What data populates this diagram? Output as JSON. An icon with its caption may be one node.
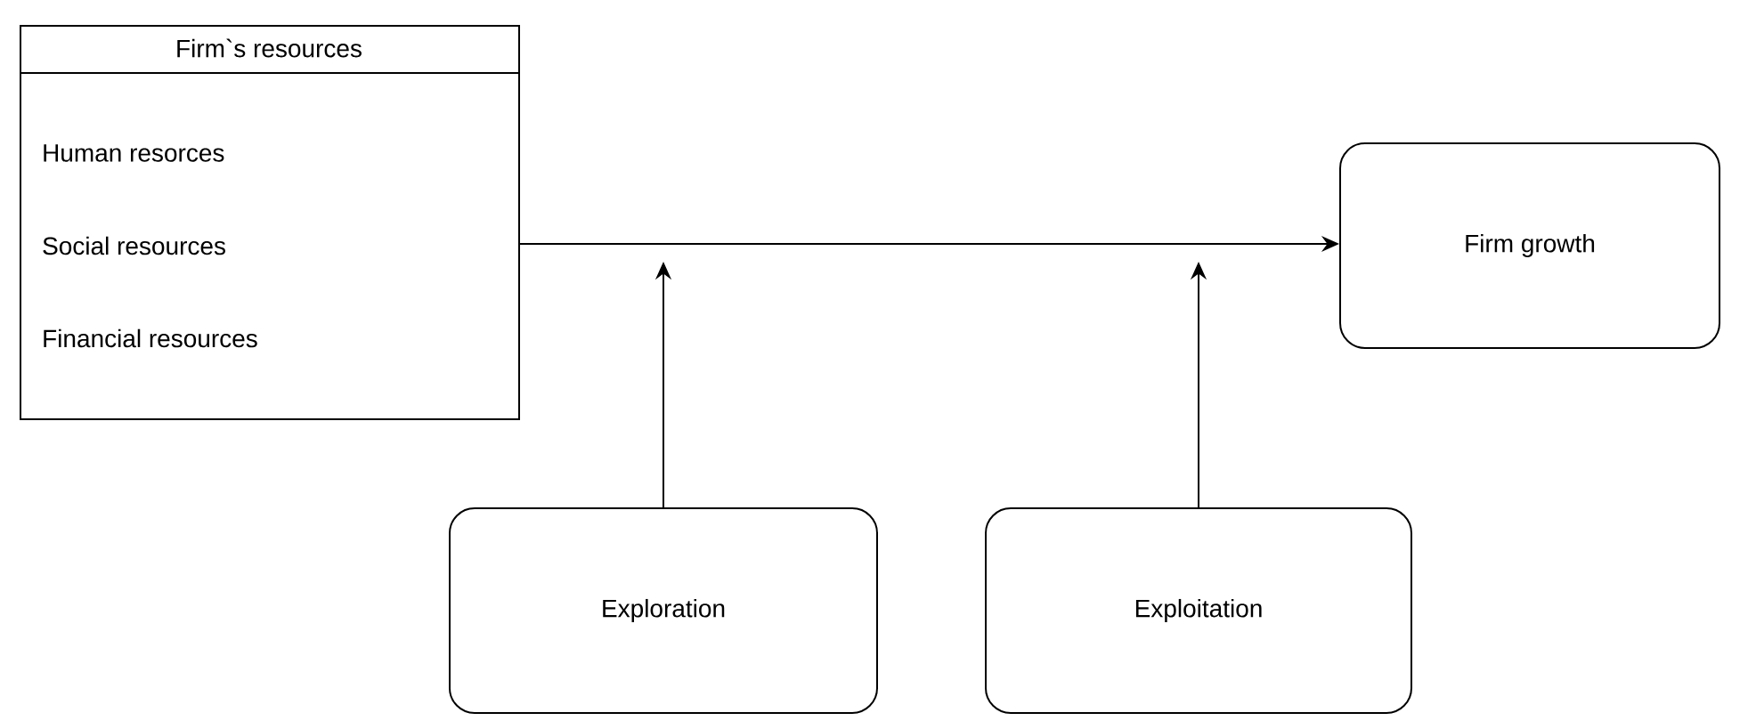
{
  "diagram": {
    "nodes": [
      {
        "text": [
          "Firm`s resources",
          "Human resorces",
          "Social resources",
          "Financial resources"
        ]
      },
      {
        "text": [
          "Firm growth"
        ]
      },
      {
        "text": [
          "Exploration"
        ]
      },
      {
        "text": [
          "Exploitation"
        ]
      }
    ],
    "edges": [
      {
        "from": 0,
        "to": 1,
        "arrow": "to"
      },
      {
        "from": 2,
        "to": null,
        "arrow": "to"
      },
      {
        "from": 3,
        "to": null,
        "arrow": "to"
      }
    ]
  }
}
